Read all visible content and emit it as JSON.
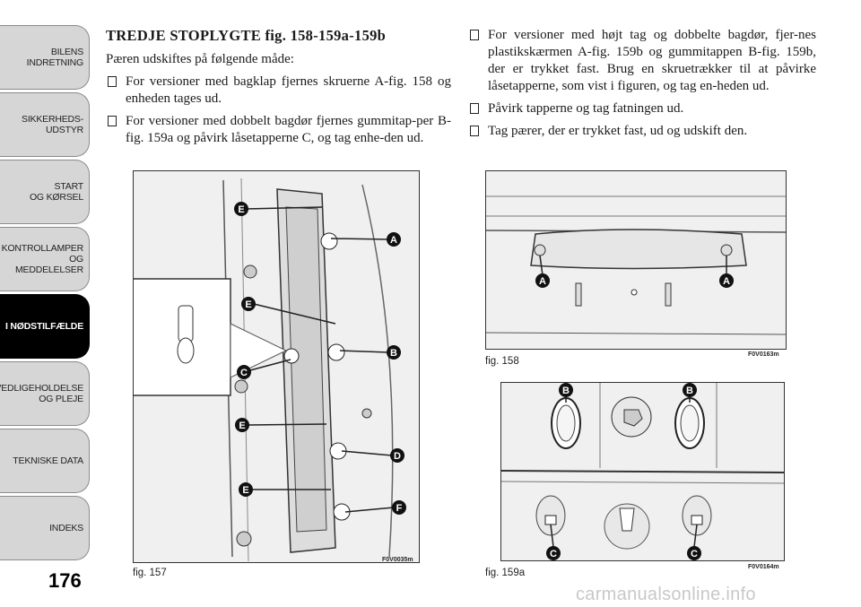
{
  "sidebar": {
    "tabs": [
      {
        "label": "BILENS\nINDRETNING"
      },
      {
        "label": "SIKKERHEDS-\nUDSTYR"
      },
      {
        "label": "START\nOG KØRSEL"
      },
      {
        "label": "KONTROLLAMPER\nOG MEDDELELSER"
      },
      {
        "label": "I NØDSTILFÆLDE"
      },
      {
        "label": "VEDLIGEHOLDELSE\nOG PLEJE"
      },
      {
        "label": "TEKNISKE DATA"
      },
      {
        "label": "INDEKS"
      }
    ],
    "active_index": 4
  },
  "page_number": "176",
  "left": {
    "title": "TREDJE STOPLYGTE fig. 158-159a-159b",
    "intro": "Pæren udskiftes på følgende måde:",
    "bullets": [
      "For versioner med bagklap fjernes skruerne A-fig. 158 og enheden tages ud.",
      "For versioner med dobbelt bagdør fjernes gummitap-per B-fig. 159a og påvirk låsetapperne C, og tag enhe-den ud."
    ]
  },
  "right": {
    "bullets": [
      "For versioner med højt tag og dobbelte bagdør, fjer-nes plastikskærmen A-fig. 159b og gummitappen B-fig. 159b, der er trykket fast. Brug en skruetrækker til at påvirke låsetapperne, som vist i figuren, og tag en-heden ud.",
      "Påvirk tapperne og tag fatningen ud.",
      "Tag pærer, der er trykket fast, ud og udskift den."
    ]
  },
  "figures": {
    "fig157": {
      "caption": "fig. 157",
      "code": "F0V0035m",
      "labels": [
        "E",
        "A",
        "E",
        "B",
        "C",
        "E",
        "D",
        "E",
        "F"
      ]
    },
    "fig158": {
      "caption": "fig. 158",
      "code": "F0V0163m",
      "labels": [
        "A",
        "A"
      ]
    },
    "fig159a": {
      "caption": "fig. 159a",
      "code": "F0V0164m",
      "labels": [
        "B",
        "B",
        "C",
        "C"
      ]
    }
  },
  "watermark": "carmanualsonline.info"
}
